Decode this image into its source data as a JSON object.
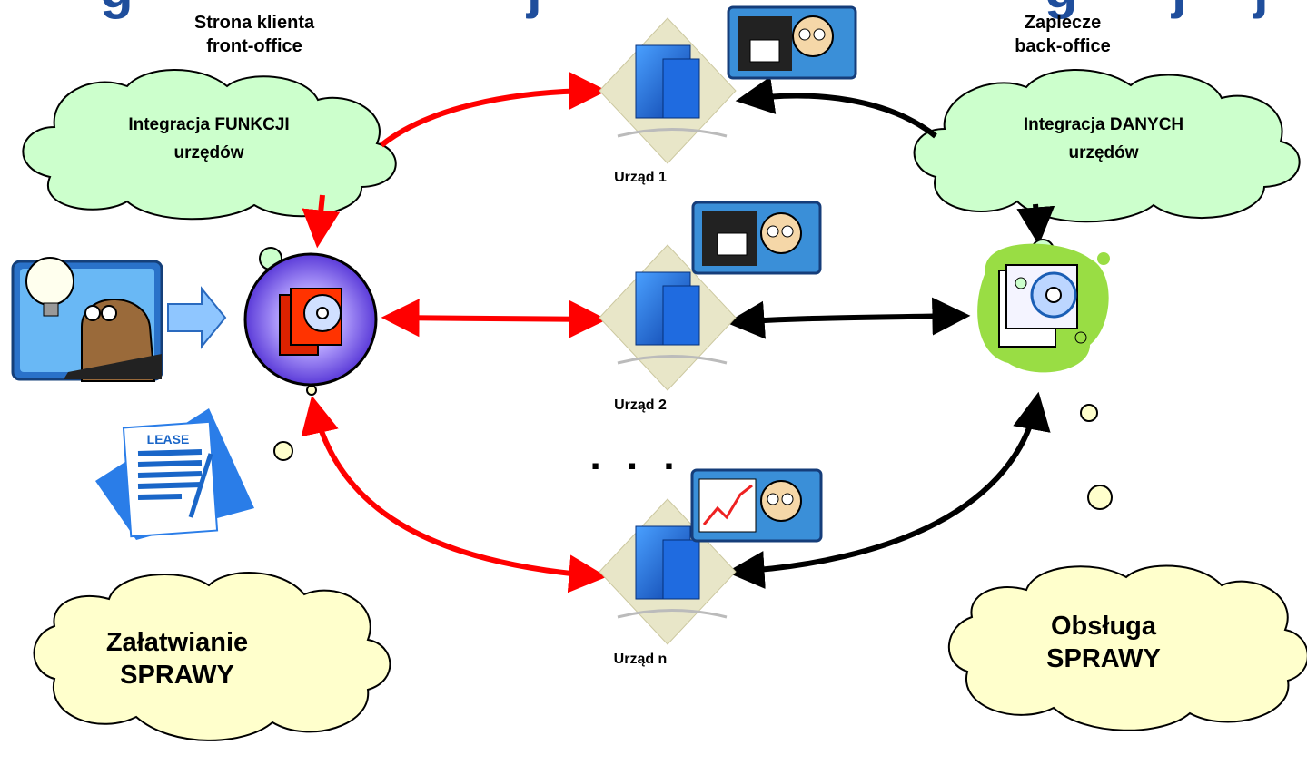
{
  "title_fragment": "g             j                     g  j   j",
  "front_office": {
    "line1": "Strona klienta",
    "line2": "front-office"
  },
  "back_office": {
    "line1": "Zaplecze",
    "line2": "back-office"
  },
  "cloud_functions": {
    "line1": "Integracja FUNKCJI",
    "line2": "urzędów"
  },
  "cloud_data": {
    "line1": "Integracja DANYCH",
    "line2": "urzędów"
  },
  "cloud_case_left": {
    "line1": "Załatwianie",
    "line2": "SPRAWY"
  },
  "cloud_case_right": {
    "line1": "Obsługa",
    "line2": "SPRAWY"
  },
  "offices": [
    "Urząd 1",
    "Urząd 2",
    "Urząd n"
  ],
  "ellipsis": ". . .",
  "lease_label": "LEASE",
  "colors": {
    "title_blue": "#1f4e9c",
    "cloud_green": "#ccffcc",
    "cloud_yellow": "#ffffcc",
    "arrow_red": "#ff0000",
    "arrow_black": "#000000",
    "portal_purple": "#5533cc",
    "backend_green": "#99dd44"
  }
}
